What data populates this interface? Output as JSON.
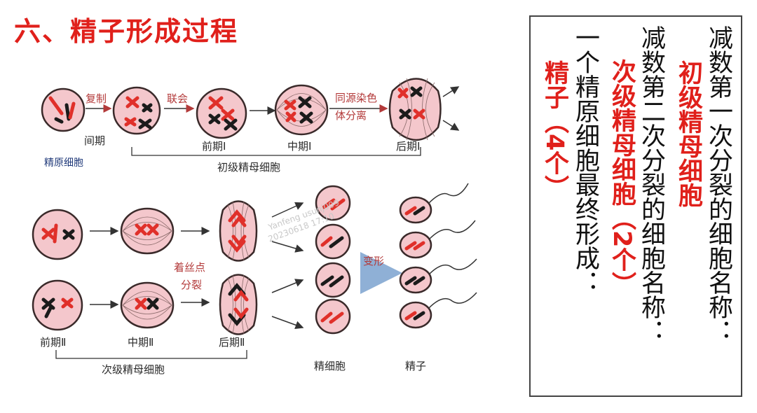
{
  "title": "六、精子形成过程",
  "diagram_labels": {
    "copy": "复制",
    "synapsis": "联会",
    "homolog_sep_line1": "同源染色",
    "homolog_sep_line2": "体分离",
    "interphase": "间期",
    "spermatogonium": "精原细胞",
    "prophase1": "前期Ⅰ",
    "metaphase1": "中期Ⅰ",
    "anaphase1": "后期Ⅰ",
    "primary_spermatocyte": "初级精母细胞",
    "centromere_line1": "着丝点",
    "centromere_line2": "分裂",
    "transform": "变形",
    "prophase2": "前期Ⅱ",
    "metaphase2": "中期Ⅱ",
    "anaphase2": "后期Ⅱ",
    "secondary_spermatocyte": "次级精母细胞",
    "spermatid": "精细胞",
    "sperm": "精子"
  },
  "text_panel": {
    "q1": "减数第一次分裂的细胞名称：",
    "a1": "初级精母细胞",
    "q2": "减数第二次分裂的细胞名称：",
    "a2": "次级精母细胞（2个）",
    "q3": "一个精原细胞最终形成：",
    "a3": "精子（4个）"
  },
  "watermark": {
    "line1": "Yanfeng usunj009",
    "line2": "20230618 17:10"
  },
  "colors": {
    "title": "#e0201b",
    "cell_fill": "#f4c7cc",
    "chromosome_red": "#e0302a",
    "chromosome_black": "#1b1b1b",
    "label_blue": "#203a7a"
  }
}
